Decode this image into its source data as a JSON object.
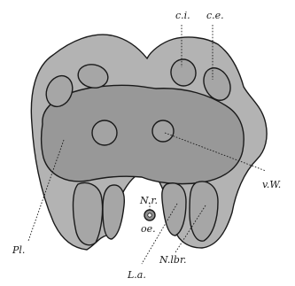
{
  "figure": {
    "labels": {
      "ci": "c.i.",
      "ce": "c.e.",
      "vw": "v.W.",
      "pl": "Pl.",
      "nr": "N.r.",
      "oe": "oe.",
      "la": "L.a.",
      "nlbr": "N.lbr."
    }
  }
}
